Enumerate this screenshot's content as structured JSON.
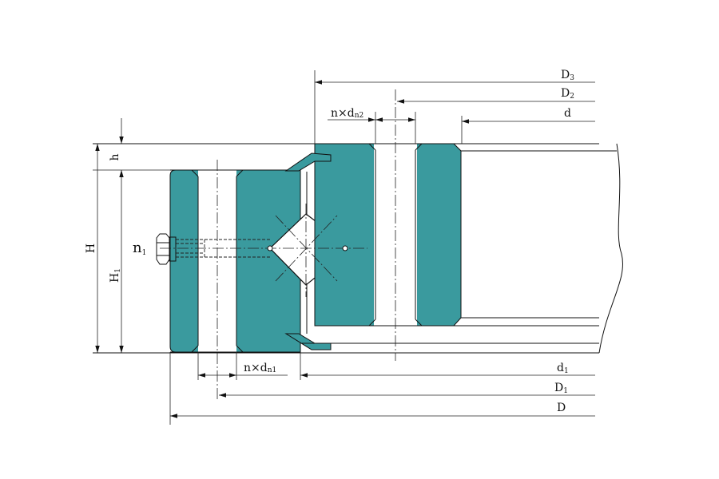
{
  "labels": {
    "D3": {
      "main": "D",
      "sub": "3"
    },
    "D2": {
      "main": "D",
      "sub": "2"
    },
    "d": {
      "main": "d",
      "sub": ""
    },
    "nxdn2": {
      "main": "n×d",
      "sub": "n2"
    },
    "nxdn1": {
      "main": "n×d",
      "sub": "n1"
    },
    "h": {
      "main": "h",
      "sub": ""
    },
    "H": {
      "main": "H",
      "sub": ""
    },
    "H1": {
      "main": "H",
      "sub": "1"
    },
    "n1": {
      "main": "n",
      "sub": "1"
    },
    "d1": {
      "main": "d",
      "sub": "1"
    },
    "D1": {
      "main": "D",
      "sub": "1"
    },
    "D": {
      "main": "D",
      "sub": ""
    }
  },
  "colors": {
    "ring_fill": "#3a9a9e",
    "line": "#111111"
  }
}
